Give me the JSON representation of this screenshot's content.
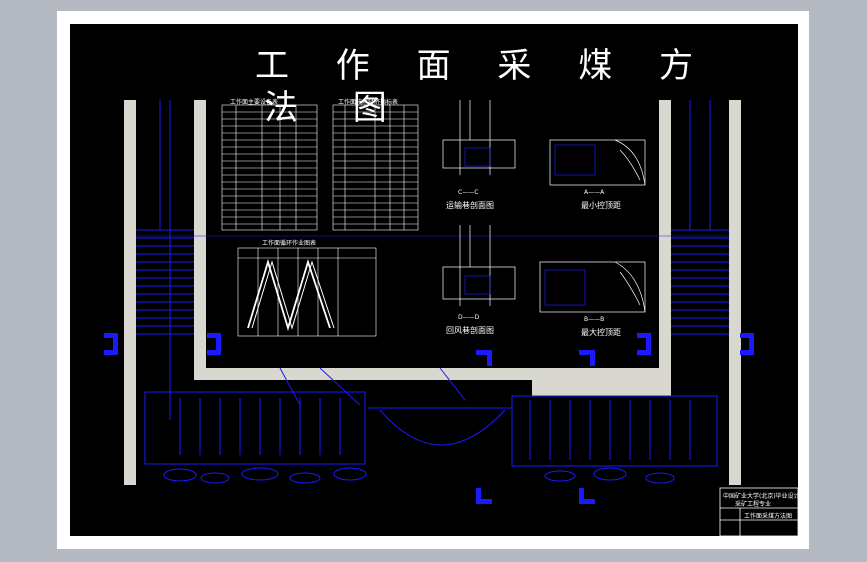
{
  "drawing": {
    "title_line1": "工 作 面 采 煤 方",
    "title_line2": "法 图",
    "table1_title": "工作面主要设备表",
    "table2_title": "工作面技术经济指标表",
    "table3_title": "工作面循环作业图表",
    "section_cc_marker": "C——C",
    "section_cc_label": "运输巷剖面图",
    "section_dd_marker": "D——D",
    "section_dd_label": "回风巷剖面图",
    "section_aa_marker": "A——A",
    "section_aa_label": "最小控顶距",
    "section_bb_marker": "B——B",
    "section_bb_label": "最大控顶距",
    "title_block_line1": "中国矿业大学(北京)毕业设计",
    "title_block_line2": "采矿工程专业",
    "title_block_line3": "工作面采煤方法图"
  },
  "colors": {
    "background": "#000000",
    "frame": "#ffffff",
    "lines": "#1a1aff",
    "wall": "#d8d8d0"
  }
}
